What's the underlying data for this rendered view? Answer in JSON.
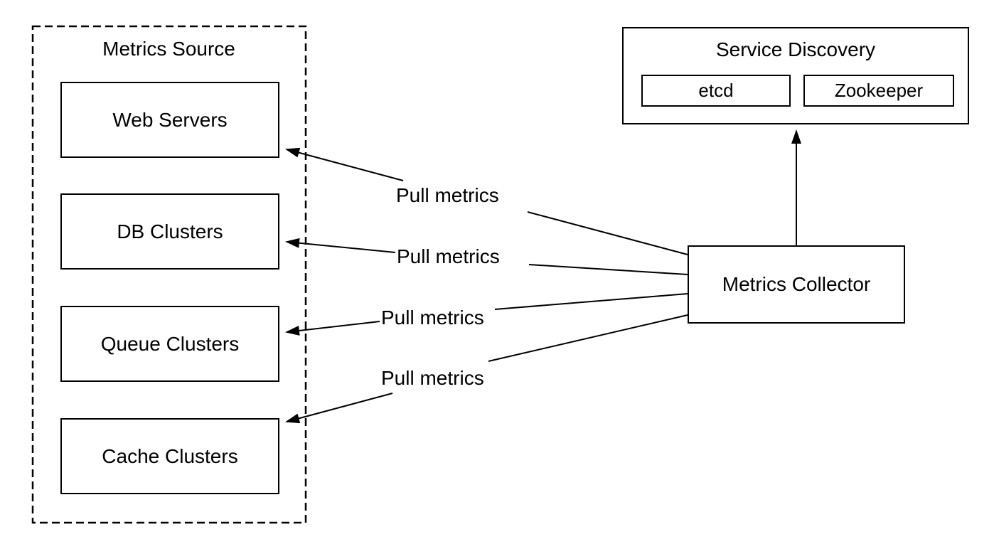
{
  "colors": {
    "background": "#ffffff",
    "line": "#000000",
    "box_border": "#000000",
    "text": "#000000"
  },
  "metrics_source": {
    "title": "Metrics Source",
    "items": [
      {
        "label": "Web Servers"
      },
      {
        "label": "DB Clusters"
      },
      {
        "label": "Queue Clusters"
      },
      {
        "label": "Cache Clusters"
      }
    ]
  },
  "service_discovery": {
    "title": "Service Discovery",
    "items": [
      {
        "label": "etcd"
      },
      {
        "label": "Zookeeper"
      }
    ]
  },
  "collector": {
    "label": "Metrics Collector"
  },
  "edges": [
    {
      "label": "Pull metrics",
      "from": "metrics-collector",
      "to": "web-servers"
    },
    {
      "label": "Pull metrics",
      "from": "metrics-collector",
      "to": "db-clusters"
    },
    {
      "label": "Pull metrics",
      "from": "metrics-collector",
      "to": "queue-clusters"
    },
    {
      "label": "Pull metrics",
      "from": "metrics-collector",
      "to": "cache-clusters"
    },
    {
      "label": "",
      "from": "metrics-collector",
      "to": "service-discovery"
    }
  ]
}
